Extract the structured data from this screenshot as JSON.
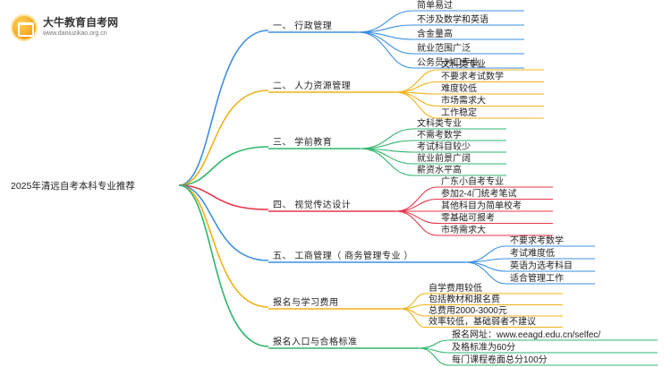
{
  "logo": {
    "title": "大牛教育自考网",
    "url": "www.daniuzikao.org.cn"
  },
  "mindmap": {
    "root": "2025年清远自考本科专业推荐",
    "branches": [
      {
        "label": "一、 行政管理",
        "color": "#3d8fe0",
        "leaves": [
          "简单易过",
          "不涉及数学和英语",
          "含金量高",
          "就业范围广泛",
          "公务员对口专业"
        ]
      },
      {
        "label": "二、 人力资源管理",
        "color": "#f0b116",
        "leaves": [
          "文科类专业",
          "不要求考试数学",
          "难度较低",
          "市场需求大",
          "工作稳定"
        ]
      },
      {
        "label": "三、 学前教育",
        "color": "#2fb56b",
        "leaves": [
          "文科类专业",
          "不需考数学",
          "考试科目较少",
          "就业前景广阔",
          "薪资水平高"
        ]
      },
      {
        "label": "四、 视觉传达设计",
        "color": "#e8364b",
        "leaves": [
          "广东小自考专业",
          "参加2-4门统考笔试",
          "其他科目为简单校考",
          "零基础可报考",
          "市场需求大"
        ]
      },
      {
        "label": "五、 工商管理（ 商务管理专业 ）",
        "color": "#3d8fe0",
        "leaves": [
          "不要求考数学",
          "考试难度低",
          "英语为选考科目",
          "适合管理工作"
        ]
      },
      {
        "label": "报名与学习费用",
        "color": "#f0b116",
        "leaves": [
          "自学费用较低",
          "包括教材和报名费",
          "总费用2000-3000元",
          "效率较低，基础弱者不建议"
        ]
      },
      {
        "label": "报名入口与合格标准",
        "color": "#2fb56b",
        "leaves": [
          "报名网址：www.eeagd.edu.cn/selfec/",
          "及格标准为60分",
          "每门课程卷面总分100分"
        ]
      }
    ]
  }
}
